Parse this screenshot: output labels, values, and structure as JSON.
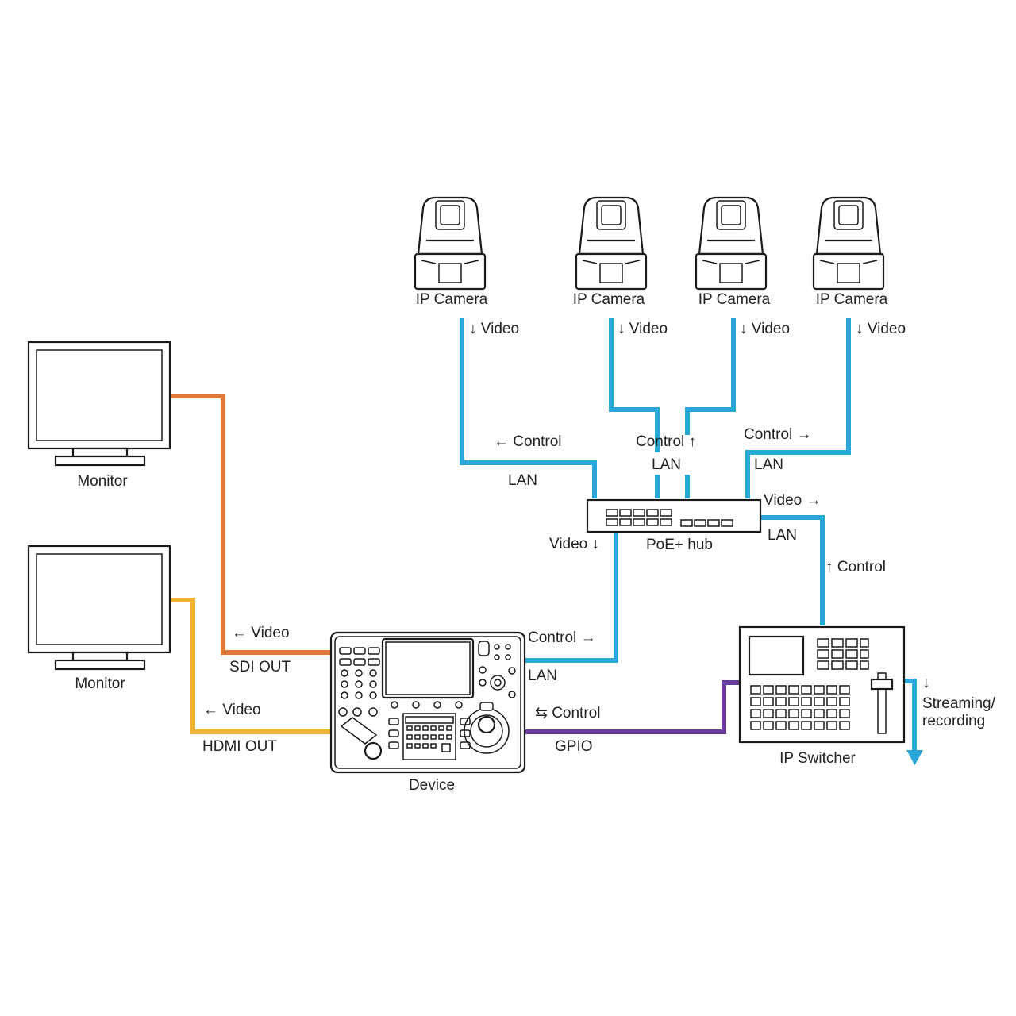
{
  "colors": {
    "lan": "#2aa7d9",
    "sdi": "#e07a3a",
    "hdmi": "#f0b432",
    "gpio": "#6a3d9a"
  },
  "devices": {
    "camera1": "IP Camera",
    "camera2": "IP Camera",
    "camera3": "IP Camera",
    "camera4": "IP Camera",
    "monitor1": "Monitor",
    "monitor2": "Monitor",
    "hub": "PoE+ hub",
    "device": "Device",
    "switcher": "IP Switcher"
  },
  "labels": {
    "cam1_video": "↓ Video",
    "cam2_video": "↓ Video",
    "cam3_video": "↓ Video",
    "cam4_video": "↓ Video",
    "cam1_control": "← Control",
    "cam1_lan": "LAN",
    "cam23_control": "Control ↑",
    "cam23_lan": "LAN",
    "cam4_control": "Control →",
    "cam4_lan": "LAN",
    "hub_video_out": "Video →",
    "hub_lan_out": "LAN",
    "switcher_control": "↑ Control",
    "hub_video_down": "Video ↓",
    "device_control": "Control →",
    "device_lan": "LAN",
    "gpio_control": "⇆ Control",
    "gpio": "GPIO",
    "sdi_video": "← Video",
    "sdi_out": "SDI OUT",
    "hdmi_video": "← Video",
    "hdmi_out": "HDMI OUT",
    "stream_arrow": "↓",
    "stream_line1": "Streaming/",
    "stream_line2": "recording"
  }
}
